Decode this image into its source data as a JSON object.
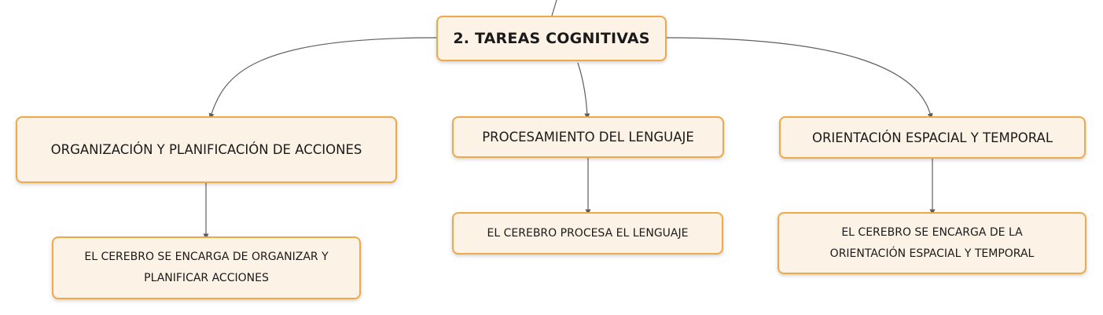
{
  "map": {
    "root": {
      "label": "2. TAREAS COGNITIVAS"
    },
    "branches": [
      {
        "label": "ORGANIZACIÓN Y PLANIFICACIÓN DE ACCIONES",
        "child": "EL CEREBRO SE ENCARGA DE ORGANIZAR Y PLANIFICAR ACCIONES"
      },
      {
        "label": "PROCESAMIENTO DEL LENGUAJE",
        "child": "EL CEREBRO PROCESA EL LENGUAJE"
      },
      {
        "label": "ORIENTACIÓN ESPACIAL Y TEMPORAL",
        "child": "EL CEREBRO SE ENCARGA DE LA ORIENTACIÓN ESPACIAL Y TEMPORAL"
      }
    ]
  },
  "colors": {
    "node_fill": "#fdf2e6",
    "node_border": "#f0a849",
    "connector": "#5f5f5f"
  }
}
